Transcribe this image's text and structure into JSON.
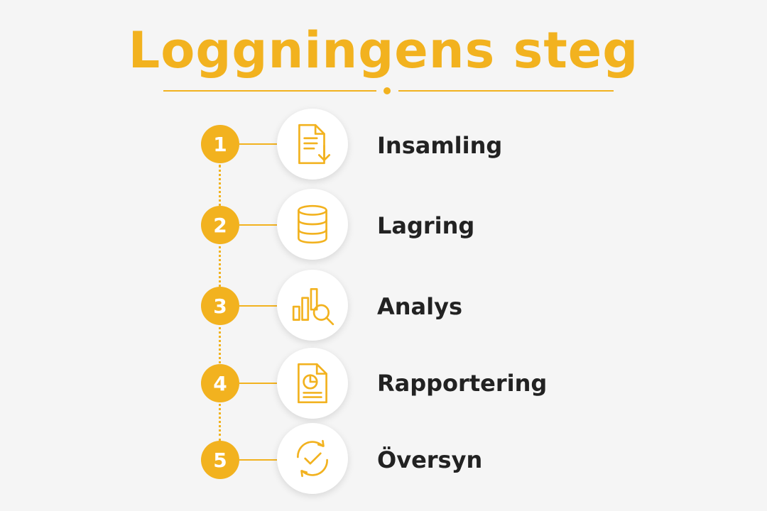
{
  "title": "Loggningens steg",
  "accent_color": "#f2b21f",
  "steps": [
    {
      "number": "1",
      "label": "Insamling",
      "icon": "document-download-icon"
    },
    {
      "number": "2",
      "label": "Lagring",
      "icon": "database-icon"
    },
    {
      "number": "3",
      "label": "Analys",
      "icon": "bar-chart-search-icon"
    },
    {
      "number": "4",
      "label": "Rapportering",
      "icon": "report-pie-chart-icon"
    },
    {
      "number": "5",
      "label": "Översyn",
      "icon": "refresh-check-icon"
    }
  ]
}
